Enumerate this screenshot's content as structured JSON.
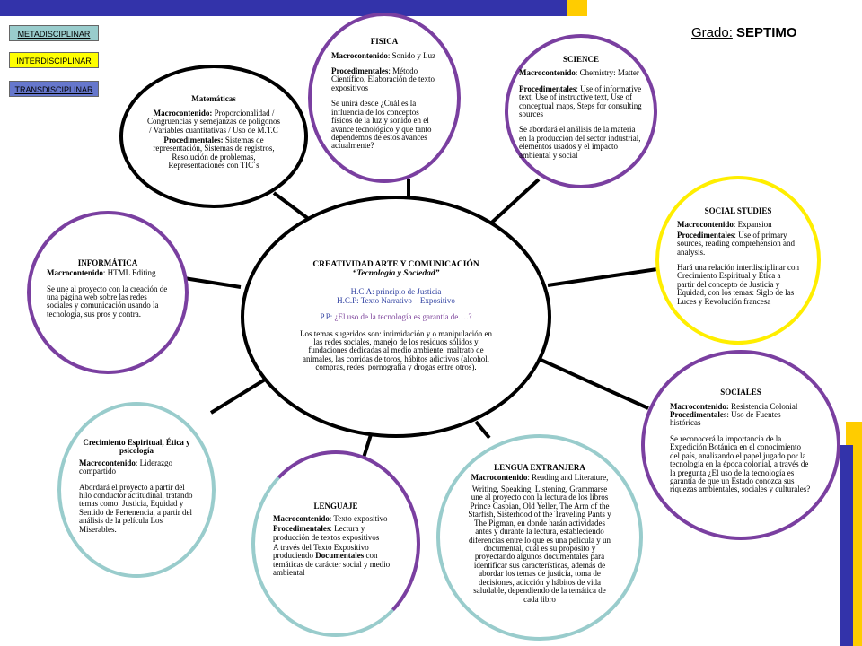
{
  "grade": {
    "label": "Grado:",
    "value": "SEPTIMO"
  },
  "legend": [
    {
      "label": "METADISCIPLINAR",
      "color": "#99cccc"
    },
    {
      "label": "INTERDISCIPLINAR",
      "color": "#ffff00"
    },
    {
      "label": "TRANSDISCIPLINAR",
      "color": "#6677cc"
    }
  ],
  "colors": {
    "top_bar_blue": "#3333aa",
    "top_bar_gold": "#ffcc00",
    "purple_ring": "#7a3fa0",
    "yellow_ring": "#ffee00",
    "teal_ring": "#99cccc"
  },
  "center": {
    "title": "CREATIVIDAD ARTE Y COMUNICACIÓN",
    "subtitle": "“Tecnología y Sociedad”",
    "hca": "H.C.A: principio de Justicia",
    "hcp": "H.C.P: Texto Narrativo – Expositivo",
    "pp_label": "P.P:",
    "pp_text": " ¿El uso de la tecnología es garantía de….?",
    "body": "Los temas sugeridos son: intimidación y o manipulación en las redes sociales, manejo de los residuos sólidos y fundaciones dedicadas al medio ambiente, maltrato de animales, las corridas de toros, hábitos adictivos (alcohol, compras, redes, pornografía y drogas entre otros)."
  },
  "fisica": {
    "title": "FISICA",
    "macro_label": "Macrocontenido",
    "macro": ": Sonido y Luz",
    "proc_label": "Procedimentales",
    "proc": ": Método Científico, Elaboración de texto expositivos",
    "body": "Se unirá desde ¿Cuál es la influencia de los conceptos físicos de la luz y sonido en el avance tecnológico y que tanto dependemos de estos avances actualmente?"
  },
  "science": {
    "title": "SCIENCE",
    "macro_label": "Macrocontenido",
    "macro": ": Chemistry: Matter",
    "proc_label": "Procedimentales",
    "proc": ": Use of informative text, Use of instructive text, Use of conceptual maps, Steps for consulting sources",
    "body": "Se abordará el análisis de la materia en la producción del sector industrial, elementos usados y el impacto ambiental y social"
  },
  "matematicas": {
    "title": "Matemáticas",
    "macro_label": "Macrocontenido:",
    "macro": " Proporcionalidad / Congruencias y semejanzas de polígonos / Variables cuantitativas / Uso de M.T.C",
    "proc_label": "Procedimentales:",
    "proc": " Sistemas de representación, Sistemas de registros, Resolución de problemas, Representaciones con TIC´s"
  },
  "social_studies": {
    "title": "SOCIAL STUDIES",
    "macro_label": "Macrocontenido",
    "macro": ": Expansion",
    "proc_label": "Procedimentales",
    "proc": ": Use of primary sources, reading comprehension and analysis.",
    "body": "Hará una relación interdisciplinar con Crecimiento Espiritual y Ética a partir del concepto de Justicia y Equidad, con los temas: Siglo de las Luces y Revolución francesa"
  },
  "informatica": {
    "title": "INFORMÁTICA",
    "macro_label": "Macrocontenido",
    "macro": ": HTML Editing",
    "body": "Se une al proyecto con la creación de una página web sobre las redes sociales y comunicación usando la tecnología, sus pros y contra."
  },
  "sociales": {
    "title": "SOCIALES",
    "macro_label": "Macrocontenido:",
    "macro": " Resistencia Colonial",
    "proc_label": "Procedimentales",
    "proc": ": Uso de Fuentes históricas",
    "body": "Se reconocerá la importancia de la Expedición Botánica en el conocimiento del país, analizando el papel jugado por la tecnología en la época colonial, a través de la pregunta ¿El uso de la tecnología es garantía de que un Estado conozca sus riquezas ambientales, sociales y culturales?"
  },
  "crecimiento": {
    "title": "Crecimiento Espiritual, Ética y psicología",
    "macro_label": "Macrocontenido",
    "macro": ": Liderazgo compartido",
    "body": "Abordará el proyecto a partir del hilo conductor actitudinal, tratando temas como: Justicia, Equidad y Sentido de Pertenencia, a partir del análisis de la película Los Miserables."
  },
  "lenguaje": {
    "title": "LENGUAJE",
    "macro_label": "Macrocontenido",
    "macro": ": Texto expositivo",
    "proc_label": "Procedimentales",
    "proc": ": Lectura y producción de textos expositivos",
    "body_pre": "A través del Texto Expositivo produciendo ",
    "body_bold": "Documentales",
    "body_post": " con temáticas de carácter social y medio ambiental"
  },
  "lengua_extranjera": {
    "title": "LENGUA EXTRANJERA",
    "macro_label": "Macrocontenido",
    "macro": ": Reading and Literature,",
    "body": "Writing, Speaking, Listening, Grammarse une al proyecto con la lectura de los libros Prince Caspian, Old Yeller, The Arm of the Starfish, Sisterhood of the Traveling Pants y The Pigman, en donde harán actividades antes y durante la lectura, estableciendo diferencias entre lo que es una película y un documental, cuál es su propósito y proyectando algunos documentales para identificar sus características, además de abordar los temas de justicia, toma de decisiones, adicción y hábitos de vida saludable, dependiendo de la temática de cada libro"
  }
}
